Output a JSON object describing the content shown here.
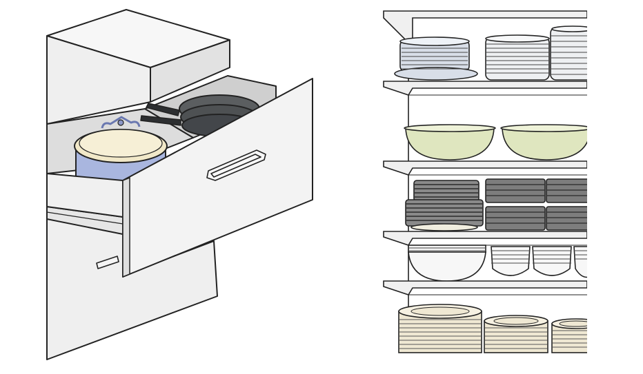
{
  "illustration": {
    "panels": [
      {
        "name": "drawer-panel",
        "contents": [
          "pot-with-lid-icon",
          "skillet-icon",
          "skillet-icon"
        ]
      },
      {
        "name": "shelving-panel",
        "shelves": [
          {
            "row": 1,
            "contents": [
              "dinner-plate-stack-icon",
              "dinner-plate-stack-icon",
              "dinner-plate-stack-icon"
            ]
          },
          {
            "row": 2,
            "contents": [
              "mixing-bowl-icon",
              "mixing-bowl-icon"
            ]
          },
          {
            "row": 3,
            "contents": [
              "dark-plate-stack-icon",
              "baking-dish-stack-icon"
            ]
          },
          {
            "row": 4,
            "contents": [
              "serving-bowl-icon",
              "small-bowl-stack-icon"
            ]
          },
          {
            "row": 5,
            "contents": [
              "beige-plate-stack-icon",
              "beige-plate-stack-icon",
              "beige-plate-stack-icon"
            ]
          }
        ]
      }
    ],
    "colors": {
      "outline": "#222222",
      "cabinet": "#f2f2f2",
      "cabinet_shade": "#d9d9d9",
      "pot_body": "#a9b6df",
      "pot_lid": "#f1e8c8",
      "pan": "#5b5e60",
      "pan_handle": "#2d2f31",
      "plate_blue": "#d8dee8",
      "bowl_green": "#dfe6bf",
      "plate_dark": "#7d7d7d",
      "plate_beige": "#efe8d3",
      "shelf": "#f0f0f0"
    }
  }
}
